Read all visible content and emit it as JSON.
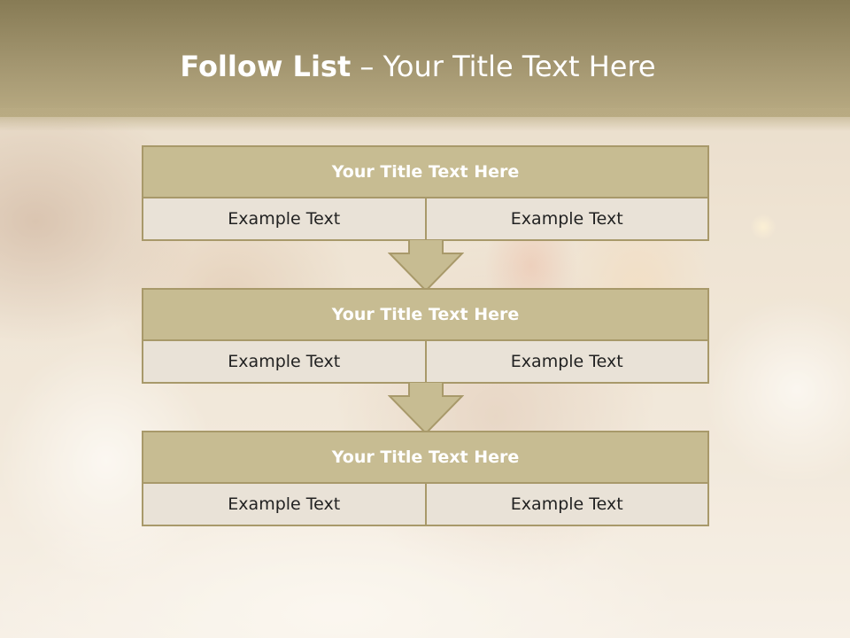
{
  "slide": {
    "title_bold": "Follow List",
    "title_rest": " – Your Title Text Here"
  },
  "steps": [
    {
      "title": "Your Title Text Here",
      "left": "Example Text",
      "right": "Example Text"
    },
    {
      "title": "Your Title Text Here",
      "left": "Example Text",
      "right": "Example Text"
    },
    {
      "title": "Your Title Text Here",
      "left": "Example Text",
      "right": "Example Text"
    }
  ],
  "colors": {
    "title_band": "#a39670",
    "card_header": "#c7bc92",
    "card_border": "#a8996a",
    "card_body": "#e9e2d7",
    "arrow_fill": "#c7bc92"
  },
  "icons": {
    "connector": "down-arrow-icon"
  }
}
